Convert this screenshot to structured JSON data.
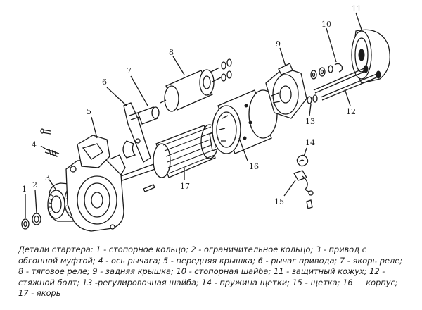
{
  "labels": {
    "l1": "1",
    "l2": "2",
    "l3": "3",
    "l4": "4",
    "l5": "5",
    "l6": "6",
    "l7": "7",
    "l8": "8",
    "l9": "9",
    "l10": "10",
    "l11": "11",
    "l12": "12",
    "l13": "13",
    "l14": "14",
    "l15": "15",
    "l16": "16",
    "l17": "17"
  },
  "caption": "Детали стартера: 1 - стопорное кольцо; 2 - ограничительное кольцо; 3 - привод с обгонной муфтой; 4 - ось рычага; 5 - передняя крышка; 6 - рычаг привода; 7 - якорь реле; 8 - тяговое реле; 9 - задняя крышка; 10 - стопорная шайба; 11 - защитный кожух; 12 - стяжной болт; 13 -регулировочная шайба; 14 - пружина щетки; 15 - щетка; 16 — корпус; 17 - якорь"
}
